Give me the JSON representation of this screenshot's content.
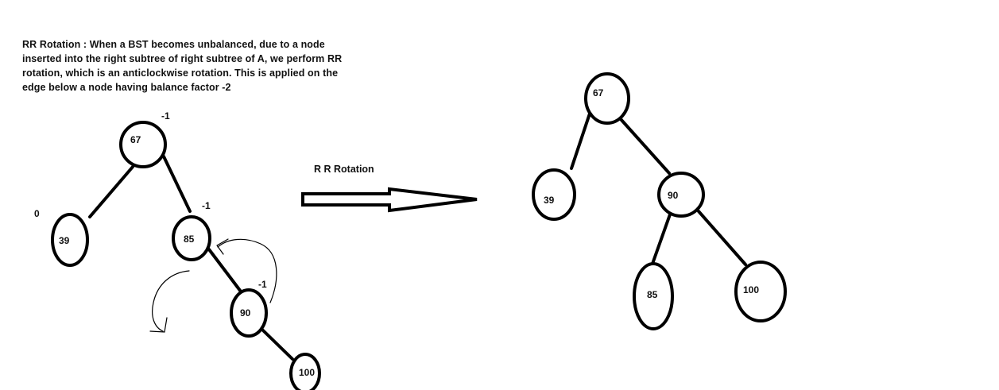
{
  "description": {
    "lines": [
      "RR Rotation : When a BST becomes unbalanced, due to a node",
      "inserted into the right subtree of right subtree of A, we perform RR",
      "rotation, which is an anticlockwise rotation. This is applied on the",
      "edge below a node having balance factor -2"
    ]
  },
  "arrow_label": "R R Rotation",
  "before_tree": {
    "nodes": [
      "67",
      "39",
      "85",
      "90",
      "100"
    ],
    "balance_factors": [
      "-1",
      "0",
      "-1",
      "-1"
    ]
  },
  "after_tree": {
    "nodes": [
      "67",
      "39",
      "90",
      "85",
      "100"
    ]
  },
  "colors": {
    "stroke": "#000000",
    "text": "#111111",
    "background": "#ffffff"
  }
}
